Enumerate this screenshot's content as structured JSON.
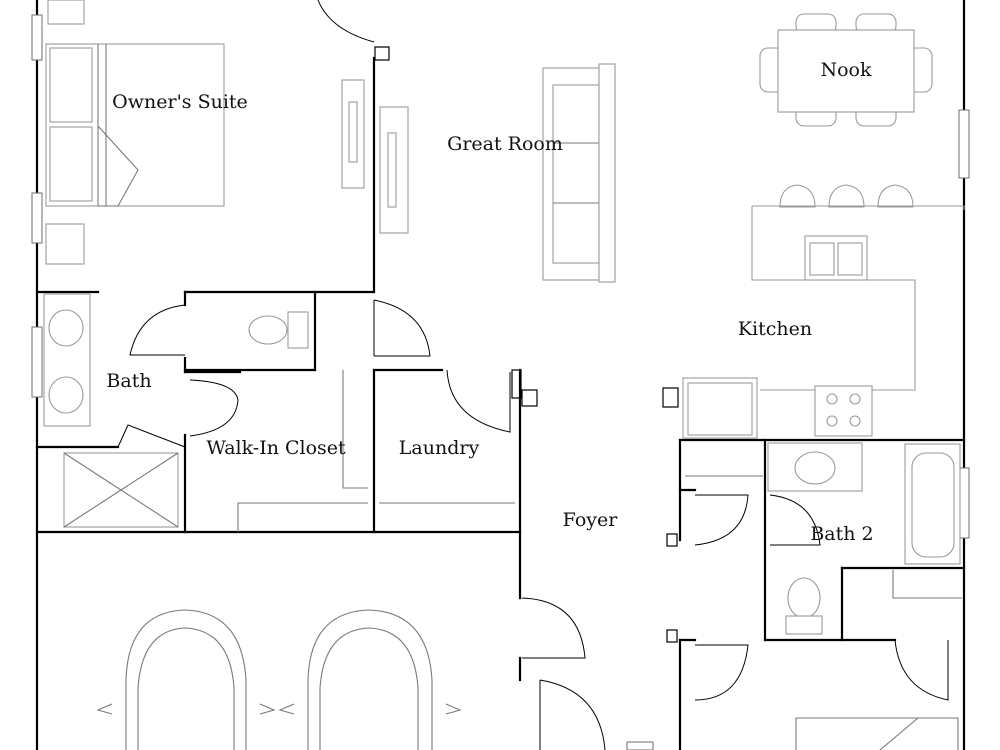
{
  "rooms": {
    "owners_suite": "Owner's Suite",
    "great_room": "Great Room",
    "nook": "Nook",
    "kitchen": "Kitchen",
    "bath": "Bath",
    "walk_in_closet": "Walk-In Closet",
    "laundry": "Laundry",
    "foyer": "Foyer",
    "bath_2": "Bath 2"
  },
  "colors": {
    "walls": "#000000",
    "fixtures": "#9a9a9a",
    "background": "#ffffff"
  }
}
